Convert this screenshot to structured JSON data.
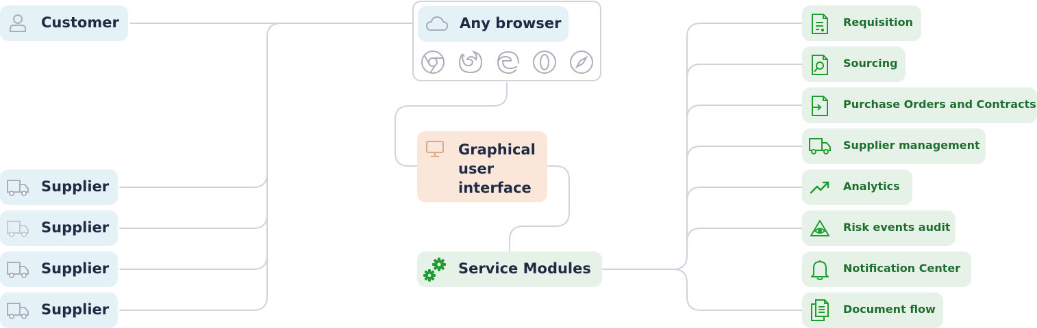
{
  "left": {
    "customer": {
      "label": "Customer",
      "icon": "user-icon"
    },
    "suppliers": [
      {
        "label": "Supplier",
        "icon": "truck-icon"
      },
      {
        "label": "Supplier",
        "icon": "truck-icon"
      },
      {
        "label": "Supplier",
        "icon": "truck-icon"
      },
      {
        "label": "Supplier",
        "icon": "truck-icon"
      }
    ]
  },
  "center": {
    "browser": {
      "label": "Any browser",
      "icon": "cloud-icon",
      "browser_icons": [
        "chrome-icon",
        "firefox-icon",
        "edge-icon",
        "opera-icon",
        "safari-icon"
      ]
    },
    "gui": {
      "label_lines": [
        "Graphical",
        "user",
        "interface"
      ],
      "icon": "monitor-icon"
    },
    "service": {
      "label": "Service Modules",
      "icon": "gears-icon"
    }
  },
  "modules": [
    {
      "label": "Requisition",
      "icon": "document-icon"
    },
    {
      "label": "Sourcing",
      "icon": "document-search-icon"
    },
    {
      "label": "Purchase Orders and Contracts",
      "icon": "document-export-icon"
    },
    {
      "label": "Supplier management",
      "icon": "truck-icon"
    },
    {
      "label": "Analytics",
      "icon": "trend-up-icon"
    },
    {
      "label": "Risk events audit",
      "icon": "warning-eye-icon"
    },
    {
      "label": "Notification Center",
      "icon": "bell-icon"
    },
    {
      "label": "Document flow",
      "icon": "documents-icon"
    }
  ],
  "colors": {
    "line": "#cfd3db",
    "blue_bg": "#e4f1f7",
    "peach_bg": "#fbe6da",
    "green_bg": "#e6f2e8",
    "green_accent": "#1f9b2f",
    "dark_text": "#1f2a44"
  }
}
